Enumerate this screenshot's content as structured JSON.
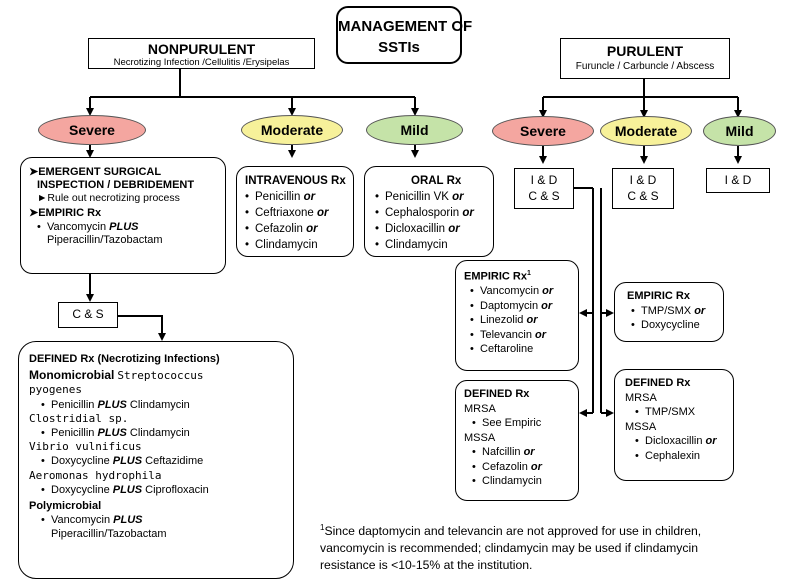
{
  "title": {
    "line1": "MANAGEMENT OF",
    "line2": "SSTIs"
  },
  "nonpurulent": {
    "heading": "NONPURULENT",
    "subheading": "Necrotizing Infection /Cellulitis /Erysipelas",
    "severity": {
      "severe": "Severe",
      "moderate": "Moderate",
      "mild": "Mild"
    },
    "severe_box": {
      "line1": "EMERGENT SURGICAL",
      "line2": "INSPECTION / DEBRIDEMENT",
      "line3": "Rule out necrotizing process",
      "empiric_heading": "EMPIRIC Rx",
      "drug1": "Vancomycin",
      "plus": "PLUS",
      "drug1b": "Piperacillin/Tazobactam"
    },
    "moderate_box": {
      "heading": "INTRAVENOUS Rx",
      "items": [
        "Penicillin",
        "Ceftriaxone",
        "Cefazolin",
        "Clindamycin"
      ],
      "or": "or"
    },
    "mild_box": {
      "heading": "ORAL Rx",
      "items": [
        "Penicillin VK",
        "Cephalosporin",
        "Dicloxacillin",
        "Clindamycin"
      ],
      "or": "or"
    },
    "cs": "C & S",
    "defined": {
      "heading": "DEFINED Rx (Necrotizing Infections)",
      "mono_label": "Monomicrobial",
      "strep": "Streptococcus",
      "strep2": "pyogenes",
      "strep_rx_a": "Penicillin",
      "strep_rx_b": "Clindamycin",
      "clost": "Clostridial sp.",
      "clost_rx_a": "Penicillin",
      "clost_rx_b": "Clindamycin",
      "vibrio": "Vibrio vulnificus",
      "vibrio_rx_a": "Doxycycline",
      "vibrio_rx_b": "Ceftazidime",
      "aero": "Aeromonas hydrophila",
      "aero_rx_a": "Doxycycline",
      "aero_rx_b": "Ciprofloxacin",
      "poly_label": "Polymicrobial",
      "poly_rx_a": "Vancomycin",
      "poly_rx_b": "Piperacillin/Tazobactam",
      "plus": "PLUS"
    }
  },
  "purulent": {
    "heading": "PURULENT",
    "subheading": "Furuncle / Carbuncle / Abscess",
    "severity": {
      "severe": "Severe",
      "moderate": "Moderate",
      "mild": "Mild"
    },
    "severe_box": {
      "line1": "I & D",
      "line2": "C & S"
    },
    "moderate_box": {
      "line1": "I & D",
      "line2": "C & S"
    },
    "mild_box": {
      "line1": "I & D"
    },
    "empiric_severe": {
      "heading": "EMPIRIC Rx",
      "sup": "1",
      "items": [
        "Vancomycin",
        "Daptomycin",
        "Linezolid",
        "Televancin",
        "Ceftaroline"
      ],
      "or": "or"
    },
    "empiric_moderate": {
      "heading": "EMPIRIC Rx",
      "items": [
        "TMP/SMX",
        "Doxycycline"
      ],
      "or": "or"
    },
    "defined_severe": {
      "heading": "DEFINED Rx",
      "mrsa": "MRSA",
      "mrsa_items": [
        "See Empiric"
      ],
      "mssa": "MSSA",
      "mssa_items": [
        "Nafcillin",
        "Cefazolin",
        "Clindamycin"
      ],
      "or": "or"
    },
    "defined_moderate": {
      "heading": "DEFINED Rx",
      "mrsa": "MRSA",
      "mrsa_items": [
        "TMP/SMX"
      ],
      "mssa": "MSSA",
      "mssa_items": [
        "Dicloxacillin",
        "Cephalexin"
      ],
      "or": "or"
    }
  },
  "footnote": {
    "sup": "1",
    "line1": "Since daptomycin and televancin are not approved for use in children,",
    "line2": "vancomycin is recommended; clindamycin may be used if clindamycin",
    "line3": "resistance is <10-15% at the institution."
  },
  "colors": {
    "severe": "#f4a6a0",
    "moderate": "#f7f19a",
    "mild": "#c5e3a8"
  }
}
